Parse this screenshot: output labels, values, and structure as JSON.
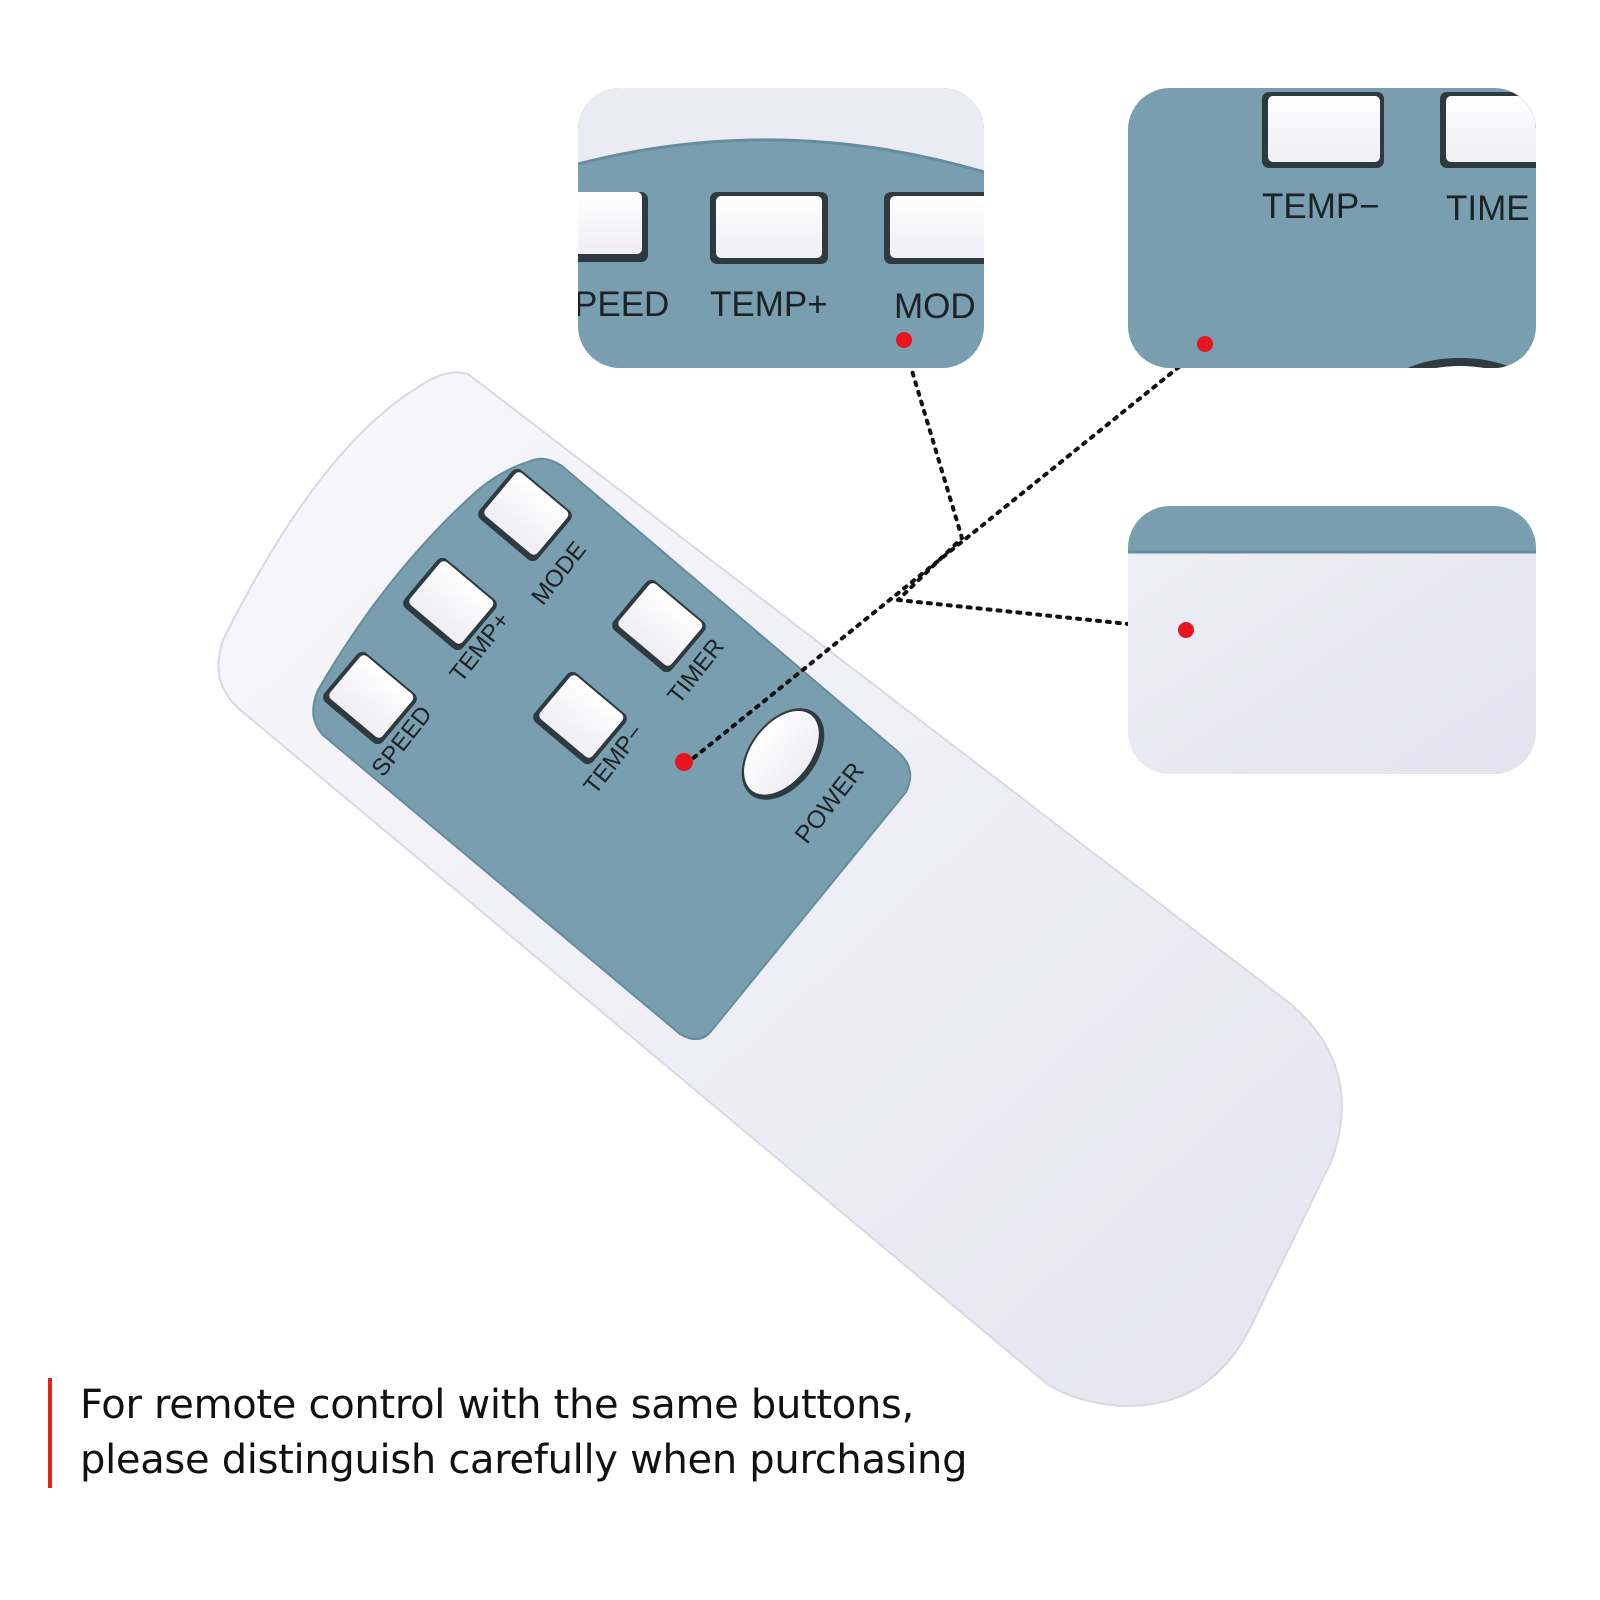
{
  "colors": {
    "panel": "#789eaf",
    "panel_edge": "#668c9d",
    "remote_body": "#f3f3f9",
    "button_face": "#fbfbfd",
    "dot": "#e8141e"
  },
  "remote": {
    "buttons": {
      "mode": "MODE",
      "temp_plus": "TEMP+",
      "speed": "SPEED",
      "timer": "TIMER",
      "temp_minus": "TEMP−",
      "power": "POWER"
    }
  },
  "zoom_top_left": {
    "labels": {
      "speed_partial": "PEED",
      "temp_plus": "TEMP+",
      "mode_partial": "MOD"
    }
  },
  "zoom_top_right": {
    "labels": {
      "temp_minus": "TEMP−",
      "timer_partial": "TIME"
    }
  },
  "caption": {
    "line1": "For remote control with the same buttons,",
    "line2": "please distinguish carefully when purchasing"
  }
}
